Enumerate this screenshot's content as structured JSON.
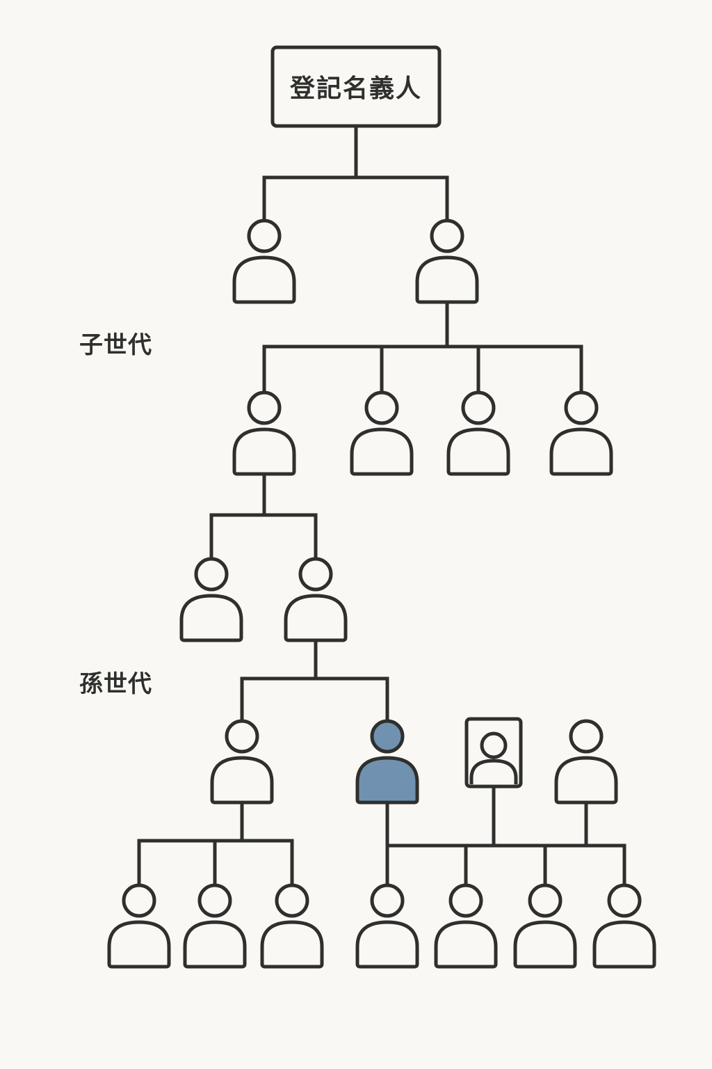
{
  "diagram": {
    "type": "family-tree",
    "colors": {
      "background": "#f9f8f4",
      "stroke": "#2f2f2d",
      "highlight": "#7092b0",
      "person_fill": "#f9f8f4"
    },
    "root": {
      "label": "登記名義人"
    },
    "generation_labels": {
      "children": "子世代",
      "grandchildren": "孫世代"
    },
    "nodes": [
      {
        "id": "g1a",
        "kind": "person",
        "parent": "root"
      },
      {
        "id": "g1b",
        "kind": "person",
        "parent": "root"
      },
      {
        "id": "g2a",
        "kind": "person",
        "parent": "g1b"
      },
      {
        "id": "g2b",
        "kind": "person",
        "parent": "g1b"
      },
      {
        "id": "g2c",
        "kind": "person",
        "parent": "g1b"
      },
      {
        "id": "g2d",
        "kind": "person",
        "parent": "g1b"
      },
      {
        "id": "g3a",
        "kind": "person",
        "parent": "g2a"
      },
      {
        "id": "g3b",
        "kind": "person",
        "parent": "g2a"
      },
      {
        "id": "g4a",
        "kind": "person",
        "parent": "g3b"
      },
      {
        "id": "g4b",
        "kind": "person",
        "parent": "g3b",
        "highlighted": true
      },
      {
        "id": "g4c",
        "kind": "portrait",
        "note": "deceased / photo frame"
      },
      {
        "id": "g4d",
        "kind": "person"
      },
      {
        "id": "g5a",
        "kind": "person",
        "parent": "g4a"
      },
      {
        "id": "g5b",
        "kind": "person",
        "parent": "g4a"
      },
      {
        "id": "g5c",
        "kind": "person",
        "parent": "g4a"
      },
      {
        "id": "g5d",
        "kind": "person",
        "parent": "g4b"
      },
      {
        "id": "g5e",
        "kind": "person",
        "parent": "g4b"
      },
      {
        "id": "g5f",
        "kind": "person",
        "parent": "g4b"
      },
      {
        "id": "g5g",
        "kind": "person",
        "parent": "g4b"
      }
    ]
  }
}
